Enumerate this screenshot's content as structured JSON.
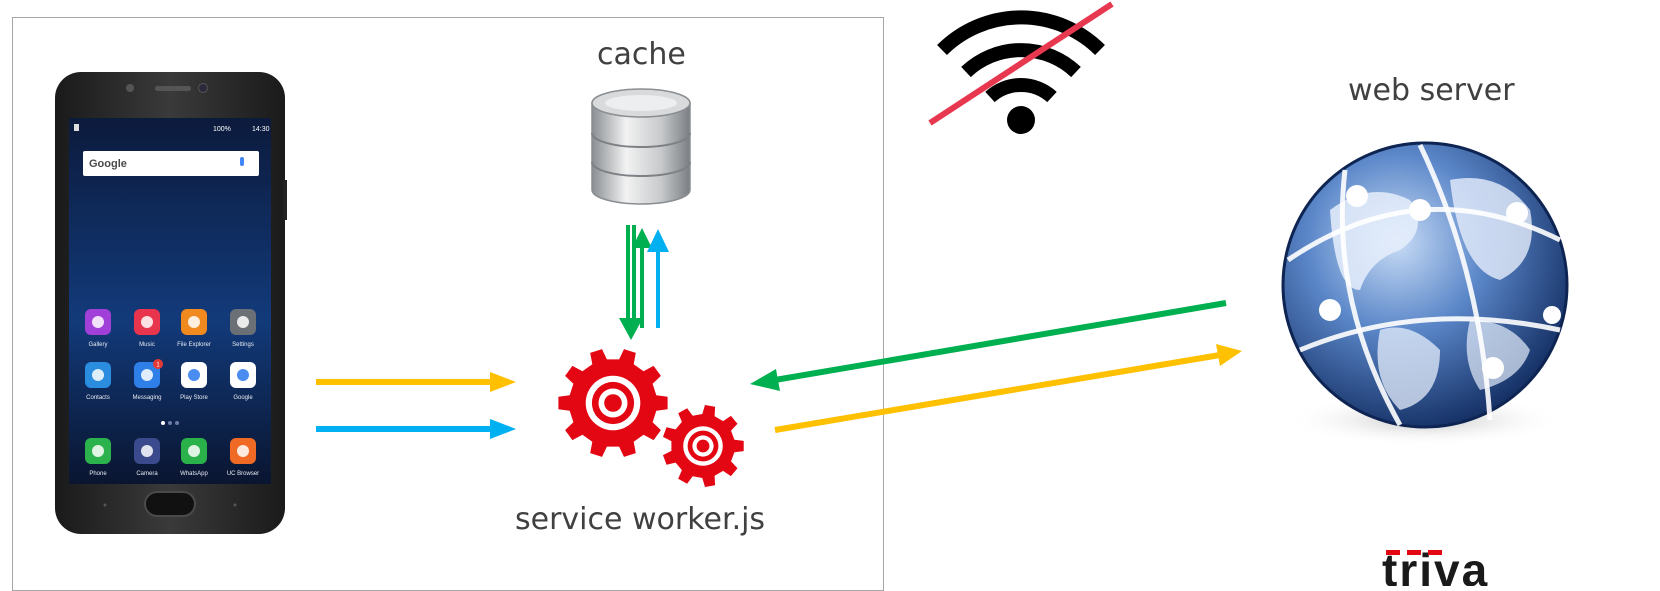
{
  "labels": {
    "cache": "cache",
    "service_worker": "service worker.js",
    "web_server": "web server"
  },
  "phone": {
    "battery": "100%",
    "time": "14:30",
    "search_brand": "Google",
    "apps": [
      {
        "label": "Gallery",
        "color": "#a040d8"
      },
      {
        "label": "Music",
        "color": "#e8344c"
      },
      {
        "label": "File Explorer",
        "color": "#f08a1e"
      },
      {
        "label": "Settings",
        "color": "#6a7076"
      },
      {
        "label": "Contacts",
        "color": "#2a8de0"
      },
      {
        "label": "Messaging",
        "color": "#2f7fe8"
      },
      {
        "label": "Play Store",
        "color": "#ffffff"
      },
      {
        "label": "Google",
        "color": "#ffffff"
      },
      {
        "label": "Phone",
        "color": "#2cb24c"
      },
      {
        "label": "Camera",
        "color": "#3a4a8c"
      },
      {
        "label": "WhatsApp",
        "color": "#2bb14a"
      },
      {
        "label": "UC Browser",
        "color": "#f06a26"
      }
    ],
    "message_badge": "1"
  },
  "colors": {
    "request_arrow": "#ffc000",
    "cache_arrow": "#00b0f0",
    "response_arrow": "#00b050",
    "gear": "#e30613",
    "no_wifi_slash": "#e8384f"
  },
  "icons": {
    "offline": "wifi-off-icon",
    "cache": "database-icon",
    "service_worker": "gears-icon",
    "web_server": "globe-icon"
  },
  "logo_partial": "triva"
}
